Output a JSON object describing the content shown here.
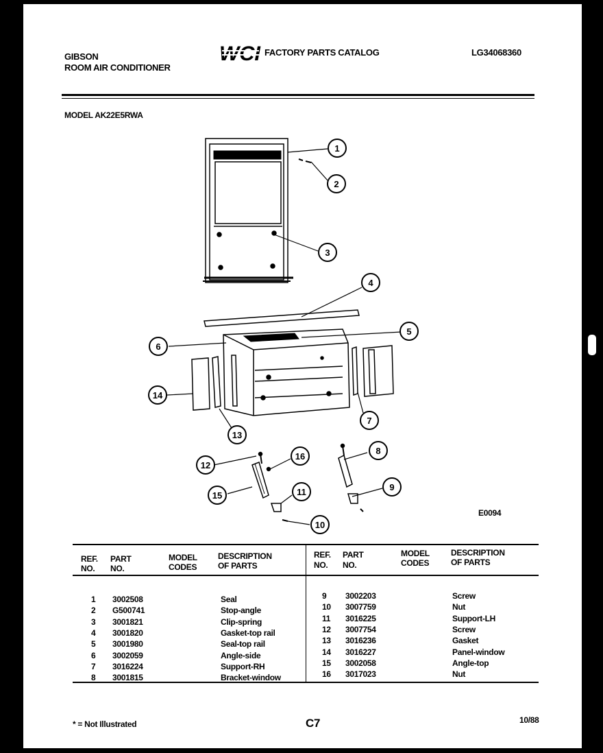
{
  "header": {
    "brand": "GIBSON",
    "product": "ROOM AIR CONDITIONER",
    "logo_text": "WCI",
    "catalog_title": "FACTORY PARTS CATALOG",
    "catalog_number": "LG34068360",
    "model_line": "MODEL AK22E5RWA"
  },
  "diagram": {
    "drawing_code": "E0094",
    "callouts": [
      "1",
      "2",
      "3",
      "4",
      "5",
      "6",
      "7",
      "8",
      "9",
      "10",
      "11",
      "12",
      "13",
      "14",
      "15",
      "16"
    ]
  },
  "table": {
    "headers": {
      "ref": [
        "REF.",
        "NO."
      ],
      "part": [
        "PART",
        "NO."
      ],
      "model": [
        "MODEL",
        "CODES"
      ],
      "desc": [
        "DESCRIPTION",
        "OF PARTS"
      ]
    },
    "left_rows": [
      {
        "ref": "1",
        "part": "3002508",
        "desc": "Seal"
      },
      {
        "ref": "2",
        "part": "G500741",
        "desc": "Stop-angle"
      },
      {
        "ref": "3",
        "part": "3001821",
        "desc": "Clip-spring"
      },
      {
        "ref": "4",
        "part": "3001820",
        "desc": "Gasket-top rail"
      },
      {
        "ref": "5",
        "part": "3001980",
        "desc": "Seal-top rail"
      },
      {
        "ref": "6",
        "part": "3002059",
        "desc": "Angle-side"
      },
      {
        "ref": "7",
        "part": "3016224",
        "desc": "Support-RH"
      },
      {
        "ref": "8",
        "part": "3001815",
        "desc": "Bracket-window"
      }
    ],
    "right_rows": [
      {
        "ref": "9",
        "part": "3002203",
        "desc": "Screw"
      },
      {
        "ref": "10",
        "part": "3007759",
        "desc": "Nut"
      },
      {
        "ref": "11",
        "part": "3016225",
        "desc": "Support-LH"
      },
      {
        "ref": "12",
        "part": "3007754",
        "desc": "Screw"
      },
      {
        "ref": "13",
        "part": "3016236",
        "desc": "Gasket"
      },
      {
        "ref": "14",
        "part": "3016227",
        "desc": "Panel-window"
      },
      {
        "ref": "15",
        "part": "3002058",
        "desc": "Angle-top"
      },
      {
        "ref": "16",
        "part": "3017023",
        "desc": "Nut"
      }
    ]
  },
  "footer": {
    "note": "* = Not Illustrated",
    "page_code": "C7",
    "date": "10/88"
  }
}
